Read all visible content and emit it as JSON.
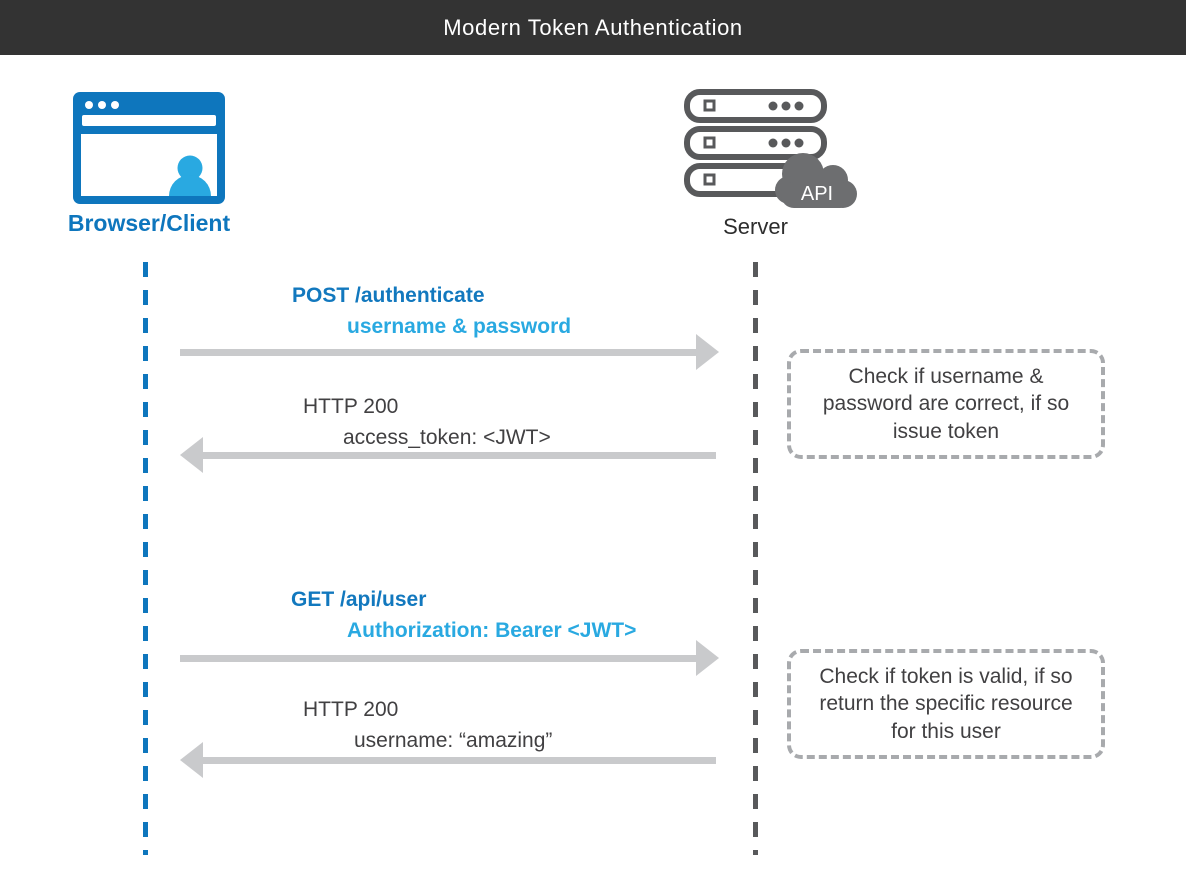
{
  "header": {
    "title": "Modern Token Authentication"
  },
  "actors": {
    "client": {
      "label": "Browser/Client"
    },
    "server": {
      "label": "Server",
      "api_badge": "API"
    }
  },
  "messages": [
    {
      "line1": "POST /authenticate",
      "line2": "username & password",
      "direction": "client-to-server"
    },
    {
      "line1": "HTTP 200",
      "line2": "access_token: <JWT>",
      "direction": "server-to-client"
    },
    {
      "line1": "GET /api/user",
      "line2": "Authorization: Bearer <JWT>",
      "direction": "client-to-server"
    },
    {
      "line1": "HTTP 200",
      "line2": "username: “amazing”",
      "direction": "server-to-client"
    }
  ],
  "notes": [
    {
      "text": "Check if username &\npassword are correct, if so\nissue token"
    },
    {
      "text": "Check if token is valid, if so\nreturn the specific resource\nfor this user"
    }
  ],
  "colors": {
    "header_bg": "#333333",
    "client_blue": "#0e76bd",
    "client_light_blue": "#29a9e1",
    "dark_text": "#414042",
    "arrow_gray": "#c9cacc",
    "note_border": "#a8aaad",
    "server_gray": "#58595b",
    "cloud_gray": "#6d6e70"
  }
}
